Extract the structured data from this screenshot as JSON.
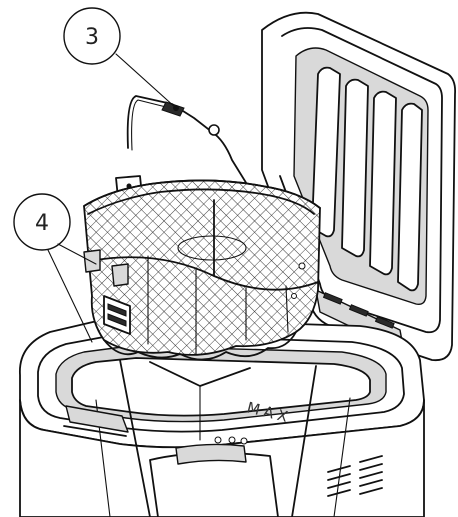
{
  "diagram": {
    "callouts": [
      {
        "id": "3",
        "label": "3"
      },
      {
        "id": "4",
        "label": "4"
      }
    ],
    "pot_marking": "MAX",
    "colors": {
      "line": "#111111",
      "fill": "#ffffff",
      "shade": "#d9d9d9"
    }
  }
}
